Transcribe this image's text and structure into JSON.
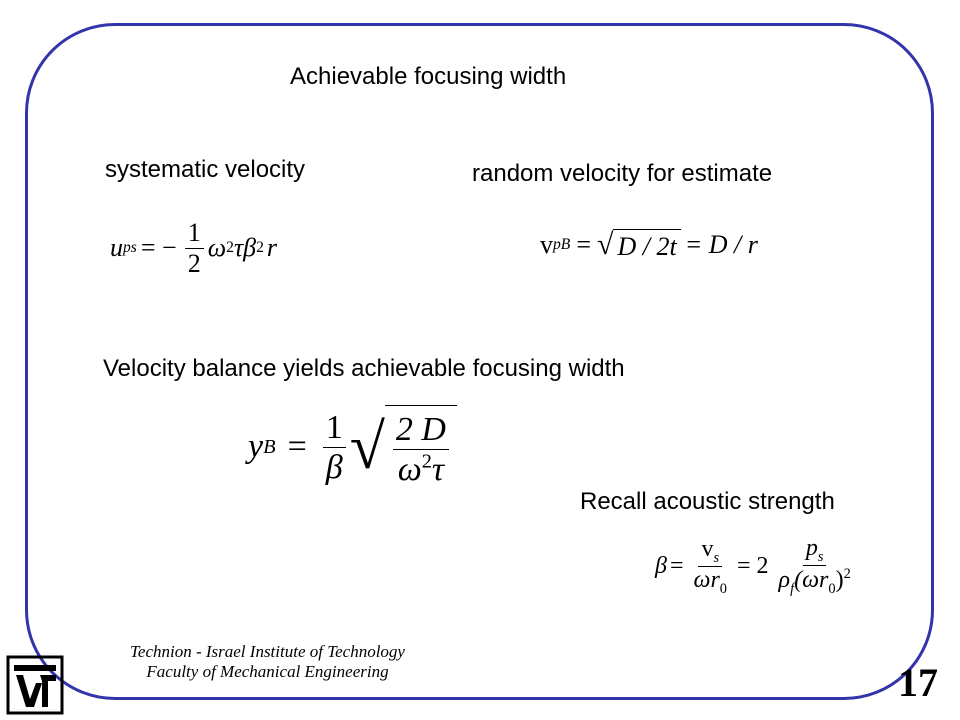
{
  "slide": {
    "title": "Achievable focusing width",
    "systematic_label": "systematic velocity",
    "random_label": "random velocity for estimate",
    "balance_label": "Velocity balance yields achievable focusing width",
    "recall_label": "Recall acoustic strength",
    "page_number": "17"
  },
  "equations": {
    "upsi": {
      "lhs": "u",
      "lhs_sub": "ps",
      "eq": "= −",
      "num": "1",
      "den": "2",
      "omega": "ω",
      "sup2": "2",
      "tau": "τ",
      "beta": "β",
      "r": "r"
    },
    "vpb": {
      "v": "v",
      "sub": "pB",
      "eq1": "=",
      "radicand": "D / 2t",
      "eq2": "= D / r"
    },
    "yb": {
      "y": "y",
      "sub": "B",
      "eq": "=",
      "num": "1",
      "den": "β",
      "rnum": "2 D",
      "rden_omega": "ω",
      "rden_sup": "2",
      "rden_tau": "τ"
    },
    "beta": {
      "lhs": "β",
      "eq1": "=",
      "num1_v": "v",
      "num1_sub": "s",
      "den1": "ωr",
      "den1_sub": "0",
      "eq2": "= 2",
      "num2_p": "p",
      "num2_sub": "s",
      "den2_rho": "ρ",
      "den2_rho_sub": "f",
      "den2_paren": "(ωr",
      "den2_paren_sub": "0",
      "den2_close": ")",
      "den2_sup": "2"
    }
  },
  "footer": {
    "line1": "Technion - Israel Institute of Technology",
    "line2": "Faculty of Mechanical Engineering"
  },
  "colors": {
    "frame": "#3333aa"
  },
  "logo": {
    "icon": "technion-logo-icon"
  }
}
